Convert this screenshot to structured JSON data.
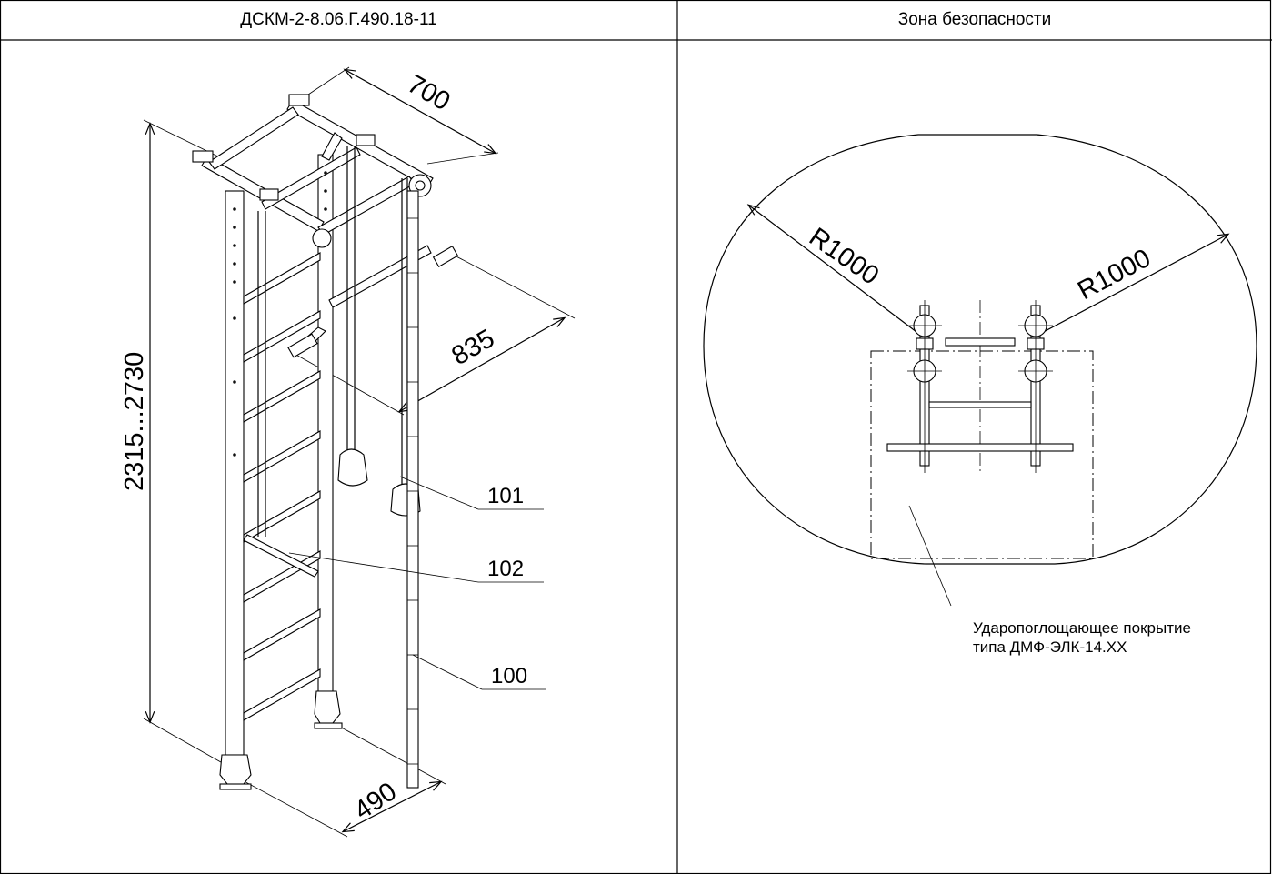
{
  "header": {
    "left_title": "ДСКМ-2-8.06.Г.490.18-11",
    "right_title": "Зона безопасности"
  },
  "left_view": {
    "dimensions": {
      "width_top": "700",
      "height": "2315...2730",
      "bar_reach": "835",
      "depth": "490"
    },
    "callouts": [
      "101",
      "102",
      "100"
    ]
  },
  "right_view": {
    "radius_left": "R1000",
    "radius_right": "R1000",
    "note_line1": "Ударопоглощающее покрытие",
    "note_line2": "типа ДМФ-ЭЛК-14.ХХ"
  }
}
